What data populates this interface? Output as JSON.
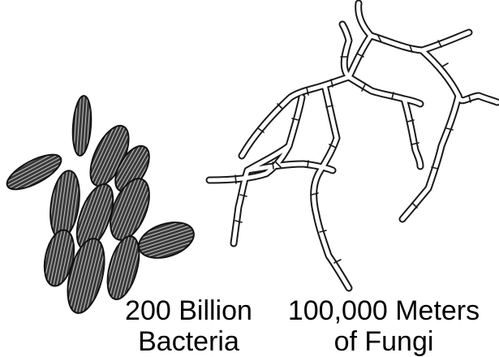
{
  "bacteria": {
    "caption_line1": "200 Billion",
    "caption_line2": "Bacteria",
    "fill_color": "#3a3a3a",
    "stripe_color": "#d8d8d8"
  },
  "fungi": {
    "caption_line1": "100,000 Meters",
    "caption_line2": "of Fungi",
    "outline_color": "#1a1a1a"
  }
}
